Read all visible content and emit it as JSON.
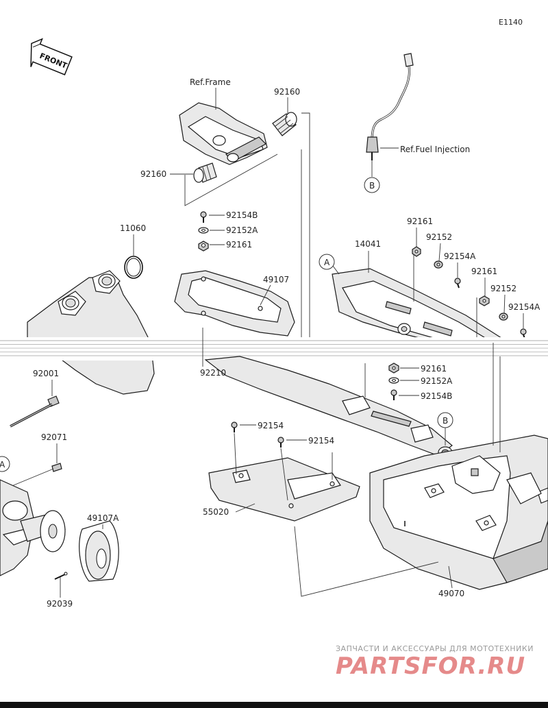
{
  "diagram_code": "E1140",
  "front_label": "FRONT",
  "refs": {
    "frame": "Ref.Frame",
    "fuel_injection": "Ref.Fuel Injection"
  },
  "markers": {
    "a": "A",
    "b": "B"
  },
  "parts": {
    "p92160_top": "92160",
    "p92160_left": "92160",
    "p92154B_top": "92154B",
    "p92152A_top": "92152A",
    "p92161_top": "92161",
    "p49107": "49107",
    "p11060": "11060",
    "p14041": "14041",
    "p92161_r1": "92161",
    "p92152_r1": "92152",
    "p92154A_r1": "92154A",
    "p92161_r2": "92161",
    "p92152_r2": "92152",
    "p92154A_r2": "92154A",
    "p92210": "92210",
    "p92001": "92001",
    "p92161_mid": "92161",
    "p92152A_mid": "92152A",
    "p92154B_mid": "92154B",
    "p92154_a": "92154",
    "p92154_b": "92154",
    "p92071": "92071",
    "p55020": "55020",
    "p49107A": "49107A",
    "p92039": "92039",
    "p49070": "49070"
  },
  "watermark": {
    "line1": "ЗАПЧАСТИ И АКСЕССУАРЫ ДЛЯ МОТОТЕХНИКИ",
    "line2": "PARTSFOR.RU"
  }
}
